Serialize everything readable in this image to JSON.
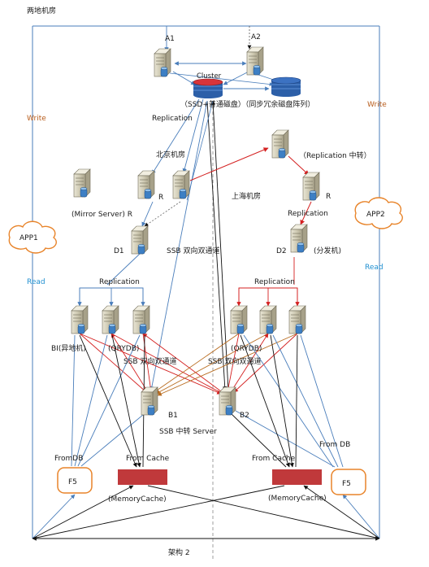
{
  "page_title": "两地机房",
  "footer_caption": "架构 2",
  "side_labels": {
    "write_left": "Write",
    "write_right": "Write",
    "read_left": "Read",
    "read_right": "Read"
  },
  "apps": {
    "left": "APP1",
    "right": "APP2"
  },
  "servers": {
    "a1": "A1",
    "a2": "A2",
    "cluster": "Cluster",
    "storage": "（SSD+普通磁盘）（同步冗余磁盘阵列）",
    "mirror": "(Mirror Server) R",
    "r_bj": "R",
    "r_sh": "R",
    "d1": "D1",
    "d2": "D2",
    "d2_note": "(分发机)",
    "b1": "B1",
    "b2": "B2",
    "ssb_server": "SSB 中转 Server",
    "bi": "BI(异地机)",
    "qrydb_left": "(QRYDB)",
    "qrydb_right": "(QRYDB)",
    "repl_relay": "（Replication 中转）"
  },
  "regions": {
    "beijing": "北京机房",
    "shanghai": "上海机房"
  },
  "replication_labels": {
    "top": "Replication",
    "sh": "Replication",
    "left_group": "Replication",
    "right_group": "Replication"
  },
  "channel_labels": {
    "ssb_mid": "SSB 双向双通道",
    "ssb_left": "SSB 双向双通道",
    "ssb_right": "SSB 双向双通道"
  },
  "bottom": {
    "from_db_left": "FromDB",
    "from_db_right": "From DB",
    "from_cache_left": "From Cache",
    "from_cache_right": "From Cache",
    "f5_left": "F5",
    "f5_right": "F5",
    "memcache_left": "(MemoryCache)",
    "memcache_right": "(MemoryCache)"
  }
}
